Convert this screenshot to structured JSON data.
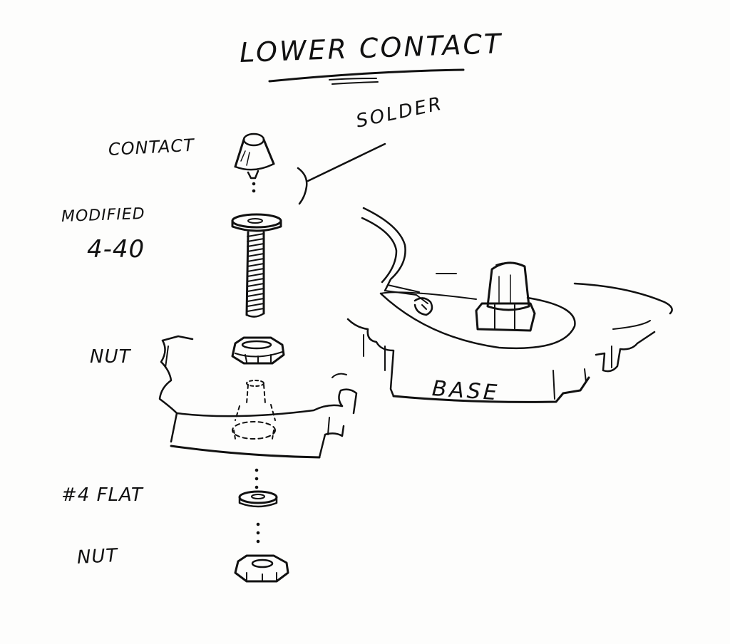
{
  "title": "LOWER CONTACT",
  "labels": {
    "solder": "SOLDER",
    "contact": "CONTACT",
    "modified": "MODIFIED",
    "screw_size": "4-40",
    "nut_upper": "NUT",
    "base": "BASE",
    "flat_washer": "#4 FLAT",
    "nut_lower": "NUT"
  },
  "ink_color": "#111111",
  "paper_color": "#fdfdfc"
}
